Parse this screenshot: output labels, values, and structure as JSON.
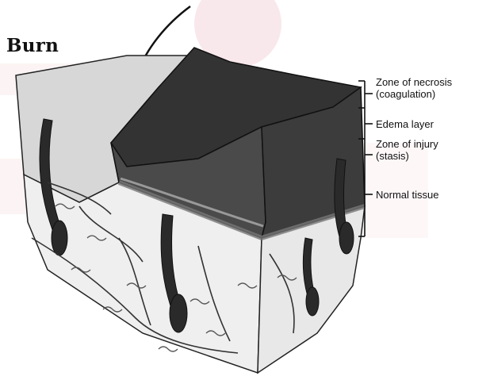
{
  "title": "Burn",
  "zones": [
    {
      "line1": "Zone of necrosis",
      "line2": "(coagulation)"
    },
    {
      "line1": "Edema layer"
    },
    {
      "line1": "Zone of injury",
      "line2": "(stasis)"
    },
    {
      "line1": "Normal tissue"
    }
  ],
  "colors": {
    "ink": "#111111",
    "burn_top": "#2f2f2f",
    "burn_side": "#3a3a3a",
    "skin": "#d9d9d9",
    "dermis": "#efefef",
    "watermark": "#f1c9cf"
  },
  "icons": [
    "heat-arrow-icon",
    "hair-follicle-icon"
  ]
}
